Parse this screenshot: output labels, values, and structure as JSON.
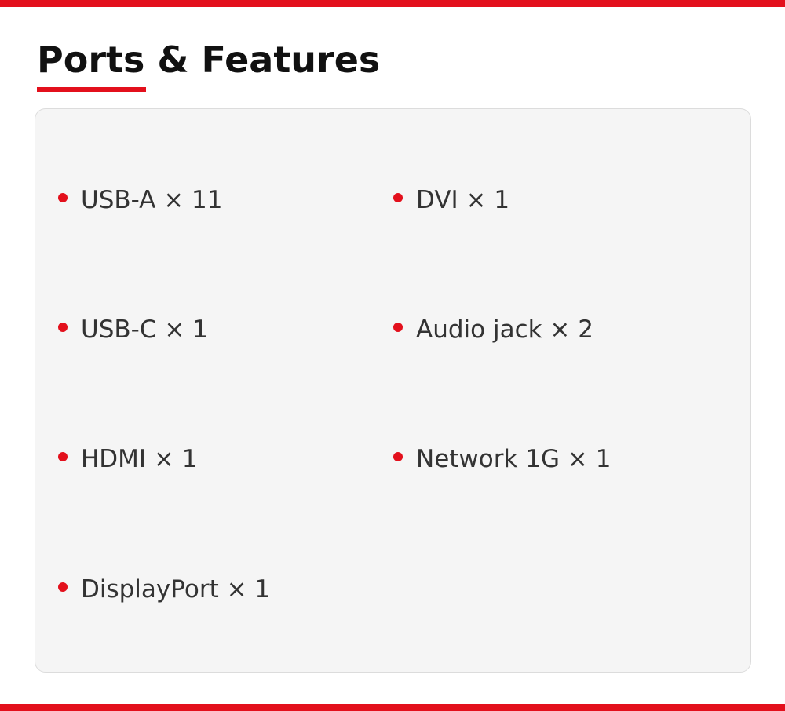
{
  "header": {
    "title": "Ports & Features"
  },
  "features": [
    {
      "label": "USB-A × 11"
    },
    {
      "label": "DVI × 1"
    },
    {
      "label": "USB-C × 1"
    },
    {
      "label": "Audio jack × 2"
    },
    {
      "label": "HDMI × 1"
    },
    {
      "label": "Network 1G × 1"
    },
    {
      "label": "DisplayPort × 1"
    }
  ],
  "colors": {
    "accent": "#e3101c",
    "card_background": "#f5f5f5",
    "text": "#333333",
    "title": "#111111"
  }
}
